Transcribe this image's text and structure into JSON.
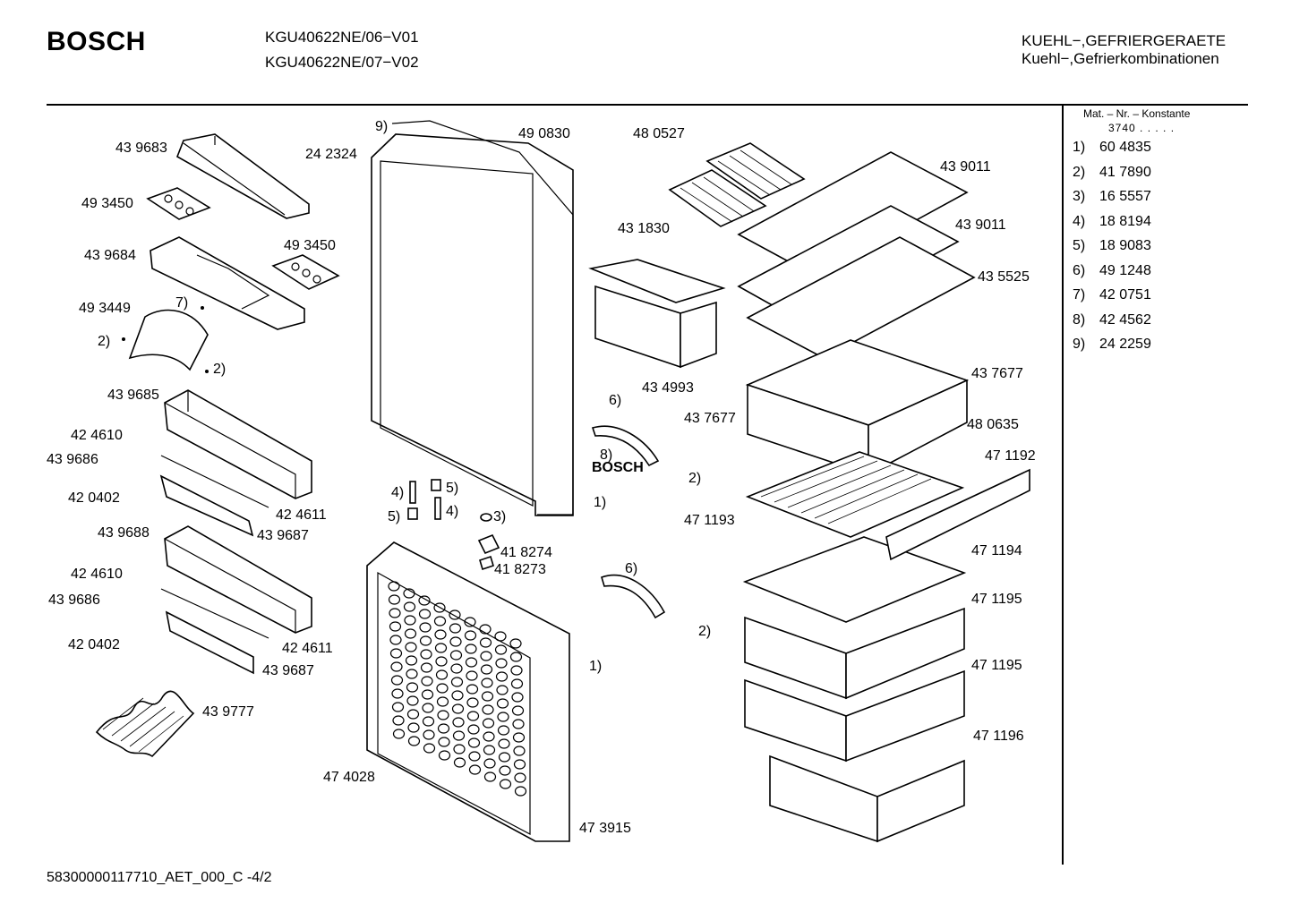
{
  "header": {
    "brand": "BOSCH",
    "model_line_1": "KGU40622NE/06−V01",
    "model_line_2": "KGU40622NE/07−V02",
    "category_1": "KUEHL−,GEFRIERGERAETE",
    "category_2": "Kuehl−,Gefrierkombinationen"
  },
  "material_box": {
    "heading": "Mat. – Nr. – Konstante",
    "constant": "3740 . . . . ."
  },
  "legend": [
    {
      "key": "1)",
      "part": "60 4835"
    },
    {
      "key": "2)",
      "part": "41 7890"
    },
    {
      "key": "3)",
      "part": "16 5557"
    },
    {
      "key": "4)",
      "part": "18 8194"
    },
    {
      "key": "5)",
      "part": "18 9083"
    },
    {
      "key": "6)",
      "part": "49 1248"
    },
    {
      "key": "7)",
      "part": "42 0751"
    },
    {
      "key": "8)",
      "part": "42 4562"
    },
    {
      "key": "9)",
      "part": "24 2259"
    }
  ],
  "callouts": [
    "43 9683",
    "49 3450",
    "43 9684",
    "49 3450",
    "49 3449",
    "7)",
    "2)",
    "2)",
    "43 9685",
    "42 4610",
    "43 9686",
    "42 0402",
    "42 4611",
    "43 9687",
    "43 9688",
    "42 4610",
    "43 9686",
    "42 0402",
    "42 4611",
    "43 9687",
    "43 9777",
    "9)",
    "24 2324",
    "49 0830",
    "48 0527",
    "43 1830",
    "43 4993",
    "43 9011",
    "43 9011",
    "43 5525",
    "43 7677",
    "43 7677",
    "48 0635",
    "47 1192",
    "47 1193",
    "47 1194",
    "47 1195",
    "47 1195",
    "47 1196",
    "6)",
    "8)",
    "BOSCH",
    "2)",
    "1)",
    "4)",
    "5)",
    "5)",
    "4)",
    "3)",
    "41 8274",
    "41 8273",
    "6)",
    "2)",
    "1)",
    "47 4028",
    "47 3915"
  ],
  "footer": "58300000117710_AET_000_C  -4/2"
}
